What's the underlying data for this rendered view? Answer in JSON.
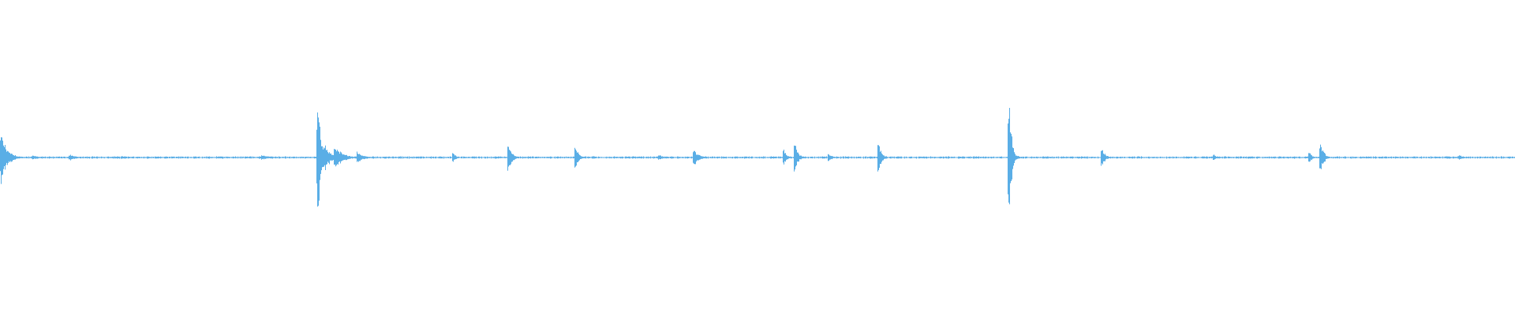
{
  "waveform": {
    "color": "#5aaee6",
    "background": "#ffffff",
    "duration_fraction_axis": [
      0,
      1
    ],
    "amplitude_axis": [
      -1,
      1
    ],
    "baseline_noise": 0.008,
    "events": [
      {
        "t": 0.0005,
        "amp": 0.17,
        "decay": 0.004
      },
      {
        "t": 0.001,
        "amp": 0.14,
        "decay": 0.003
      },
      {
        "t": 0.022,
        "amp": 0.015,
        "decay": 0.004
      },
      {
        "t": 0.046,
        "amp": 0.02,
        "decay": 0.004
      },
      {
        "t": 0.08,
        "amp": 0.01,
        "decay": 0.006
      },
      {
        "t": 0.173,
        "amp": 0.015,
        "decay": 0.006
      },
      {
        "t": 0.2095,
        "amp": 0.28,
        "decay": 0.002
      },
      {
        "t": 0.21,
        "amp": 0.4,
        "decay": 0.002
      },
      {
        "t": 0.214,
        "amp": 0.1,
        "decay": 0.004
      },
      {
        "t": 0.221,
        "amp": 0.08,
        "decay": 0.005
      },
      {
        "t": 0.236,
        "amp": 0.04,
        "decay": 0.004
      },
      {
        "t": 0.299,
        "amp": 0.03,
        "decay": 0.002
      },
      {
        "t": 0.3355,
        "amp": 0.12,
        "decay": 0.002
      },
      {
        "t": 0.3795,
        "amp": 0.09,
        "decay": 0.002
      },
      {
        "t": 0.391,
        "amp": 0.012,
        "decay": 0.003
      },
      {
        "t": 0.435,
        "amp": 0.02,
        "decay": 0.002
      },
      {
        "t": 0.458,
        "amp": 0.06,
        "decay": 0.003
      },
      {
        "t": 0.517,
        "amp": 0.06,
        "decay": 0.002
      },
      {
        "t": 0.5245,
        "amp": 0.11,
        "decay": 0.002
      },
      {
        "t": 0.547,
        "amp": 0.03,
        "decay": 0.002
      },
      {
        "t": 0.5795,
        "amp": 0.12,
        "decay": 0.002
      },
      {
        "t": 0.6655,
        "amp": 0.26,
        "decay": 0.002
      },
      {
        "t": 0.666,
        "amp": 0.5,
        "decay": 0.0015
      },
      {
        "t": 0.727,
        "amp": 0.08,
        "decay": 0.002
      },
      {
        "t": 0.801,
        "amp": 0.02,
        "decay": 0.002
      },
      {
        "t": 0.864,
        "amp": 0.04,
        "decay": 0.002
      },
      {
        "t": 0.8715,
        "amp": 0.12,
        "decay": 0.002
      },
      {
        "t": 0.963,
        "amp": 0.015,
        "decay": 0.004
      }
    ]
  }
}
